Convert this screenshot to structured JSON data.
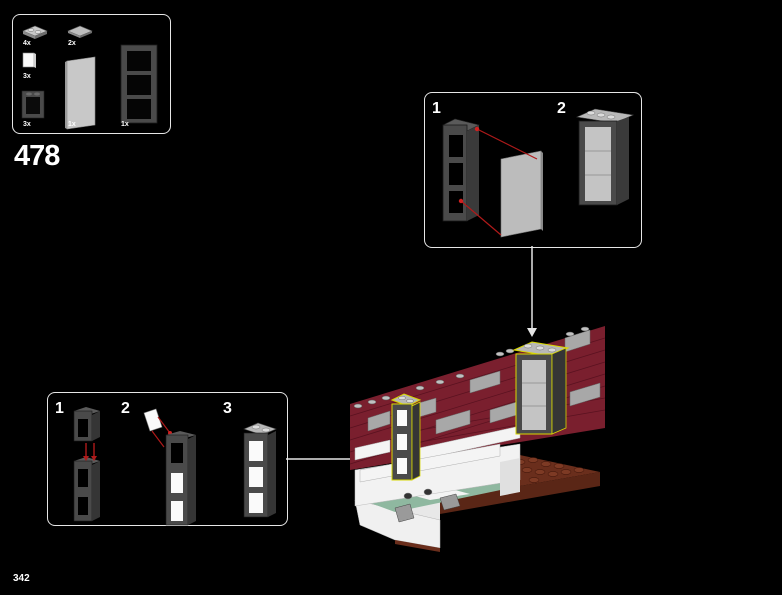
{
  "step_number": "478",
  "page_number": "342",
  "parts_list": [
    {
      "name": "plate-1x2-light-gray",
      "qty": "4x"
    },
    {
      "name": "tile-1x2-light-gray",
      "qty": "2x"
    },
    {
      "name": "glass-pane-1x1-white",
      "qty": "3x"
    },
    {
      "name": "window-frame-1x1-dark-gray",
      "qty": "3x"
    },
    {
      "name": "glass-pane-1x4x6-trans-clear",
      "qty": "1x"
    },
    {
      "name": "window-frame-1x4x6-dark-gray",
      "qty": "1x"
    }
  ],
  "top_callout": {
    "substeps": [
      "1",
      "2"
    ]
  },
  "left_callout": {
    "substeps": [
      "1",
      "2",
      "3"
    ]
  },
  "colors": {
    "background": "#000000",
    "panel_border": "#e6e6e6",
    "dark_red": "#7a1f2e",
    "dark_gray": "#4a4a4a",
    "light_gray": "#a8a8a8",
    "white": "#f2f2f2",
    "sand_green": "#8fb8a0",
    "reddish_brown": "#6a2e1c",
    "highlight": "#d8d800",
    "arrow_red": "#b01a1a"
  }
}
